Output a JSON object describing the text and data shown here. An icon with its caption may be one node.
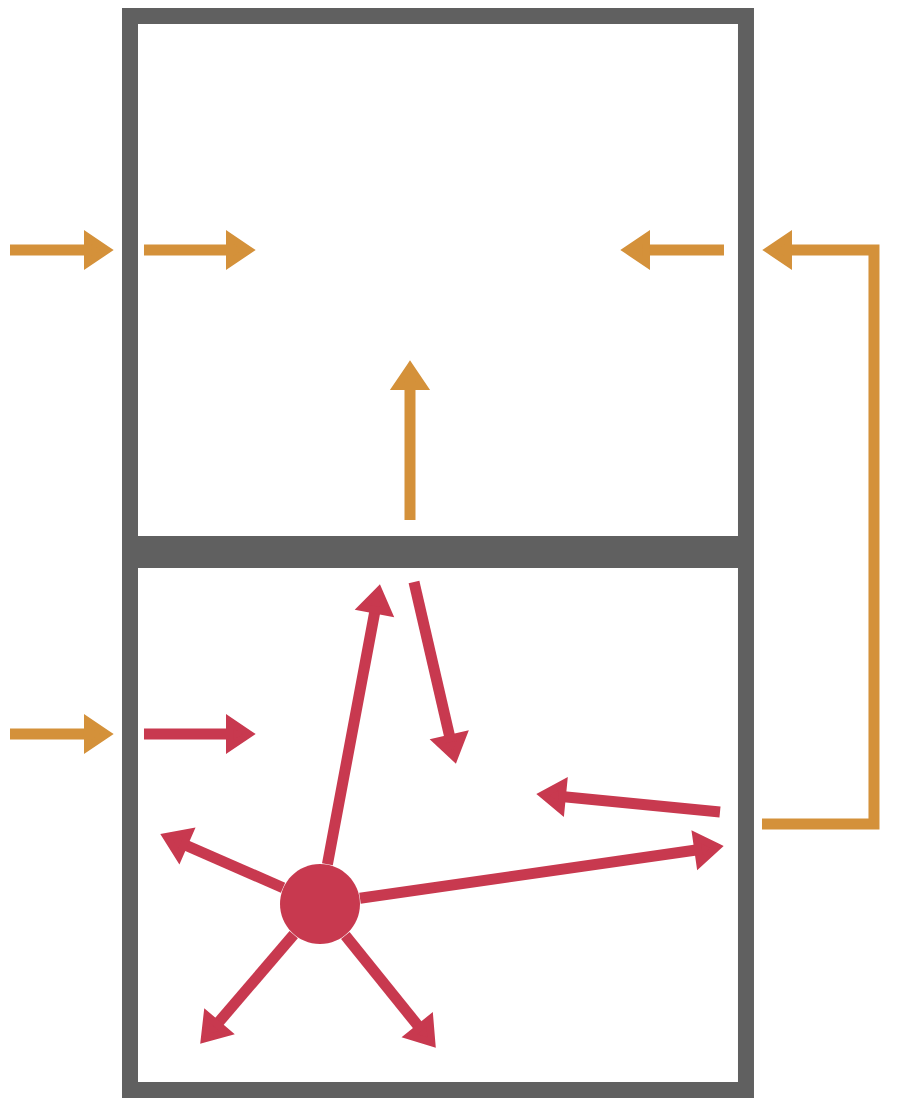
{
  "diagram": {
    "nodes": [
      {
        "text": [],
        "shape": "box"
      },
      {
        "text": [],
        "shape": "box"
      },
      {
        "text": [],
        "shape": "circle",
        "in": 1
      }
    ],
    "edges": [
      {
        "from": null,
        "to": 0,
        "arrow": "to",
        "color": "#d4913a"
      },
      {
        "from": null,
        "to": 1,
        "arrow": "to",
        "color": "#d4913a"
      },
      {
        "from": 1,
        "to": 0,
        "arrow": "to",
        "color": "#d4913a"
      },
      {
        "from": 2,
        "to": null,
        "arrow": "to"
      },
      {
        "from": 2,
        "to": null,
        "arrow": "to"
      },
      {
        "from": 2,
        "to": null,
        "arrow": "to"
      },
      {
        "from": 2,
        "to": null,
        "arrow": "to"
      },
      {
        "from": 2,
        "to": null,
        "arrow": "to"
      }
    ]
  }
}
